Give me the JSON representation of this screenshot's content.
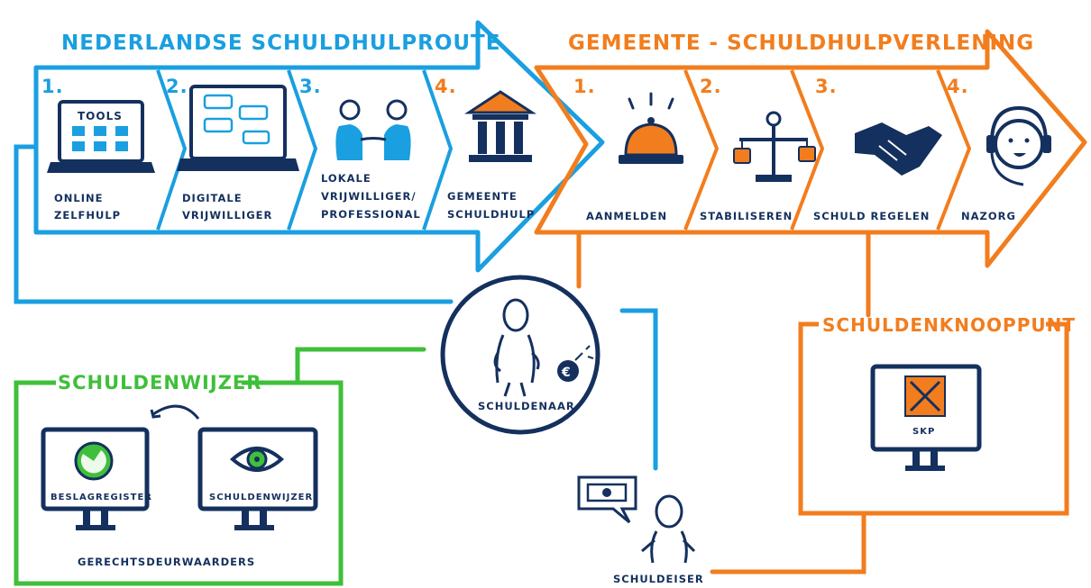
{
  "colors": {
    "blue": "#1a9fe0",
    "orange": "#f27d1e",
    "green": "#3fbf3a",
    "navy": "#14305e",
    "light_blue": "#6fb6e6"
  },
  "route": {
    "title": "NEDERLANDSE SCHULDHULPROUTE",
    "steps": [
      {
        "num": "1.",
        "icon_text": "TOOLS",
        "label_lines": [
          "ONLINE",
          "ZELFHULP"
        ],
        "icon": "laptop-tools-icon"
      },
      {
        "num": "2.",
        "label_lines": [
          "DIGITALE",
          "VRIJWILLIGER"
        ],
        "icon": "laptop-chat-icon"
      },
      {
        "num": "3.",
        "label_lines": [
          "LOKALE",
          "VRIJWILLIGER/",
          "PROFESSIONAL"
        ],
        "icon": "people-handshake-icon"
      },
      {
        "num": "4.",
        "label_lines": [
          "GEMEENTE",
          "SCHULDHULP"
        ],
        "icon": "town-hall-icon"
      }
    ]
  },
  "gemeente": {
    "title": "GEMEENTE - SCHULDHULPVERLENING",
    "steps": [
      {
        "num": "1.",
        "label": "AANMELDEN",
        "icon": "service-bell-icon"
      },
      {
        "num": "2.",
        "label": "STABILISEREN",
        "icon": "balance-scale-icon"
      },
      {
        "num": "3.",
        "label": "SCHULD REGELEN",
        "icon": "handshake-icon"
      },
      {
        "num": "4.",
        "label": "NAZORG",
        "icon": "headset-agent-icon"
      }
    ]
  },
  "schuldenaar": {
    "label": "SCHULDENAAR",
    "icon": "debtor-with-bomb-icon"
  },
  "schuldenwijzer": {
    "title": "SCHULDENWIJZER",
    "monitor_left": "BESLAGREGISTER",
    "monitor_right": "SCHULDENWIJZER",
    "footer": "GERECHTSDEURWAARDERS"
  },
  "schuldenknooppunt": {
    "title": "SCHULDENKNOOPPUNT",
    "monitor_label": "SKP"
  },
  "schuldeiser": {
    "label": "SCHULDEISER",
    "icon": "creditor-money-icon"
  }
}
